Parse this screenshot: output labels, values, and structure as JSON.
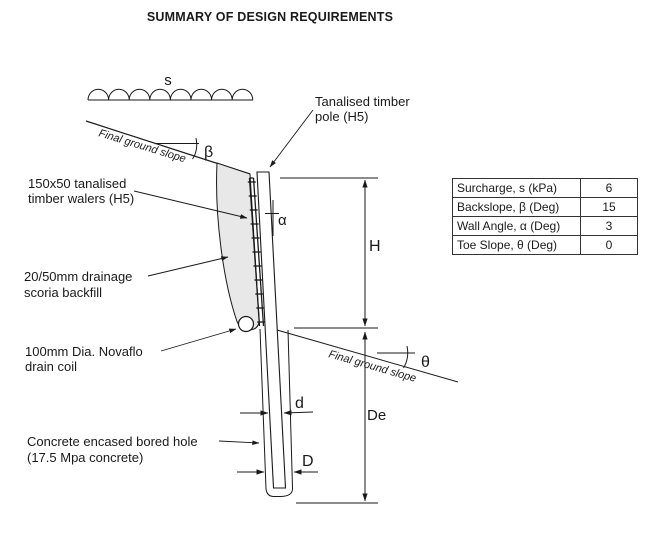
{
  "title": "SUMMARY OF DESIGN REQUIREMENTS",
  "diagram": {
    "surcharge_label": "s",
    "upper_slope_label": "Final ground slope",
    "upper_slope_angle": "β",
    "wall_angle": "α",
    "height_dim": "H",
    "embedment_dim": "De",
    "pole_width_dim": "d",
    "bore_width_dim": "D",
    "toe_slope_label": "Final ground slope",
    "toe_slope_angle": "θ",
    "callouts": {
      "pole": [
        "Tanalised timber",
        "pole (H5)"
      ],
      "walers": [
        "150x50 tanalised",
        "timber walers (H5)"
      ],
      "scoria": [
        "20/50mm drainage",
        "scoria backfill"
      ],
      "drain": [
        "100mm Dia. Novaflo",
        "drain coil"
      ],
      "bore": [
        "Concrete encased bored hole",
        "(17.5 Mpa concrete)"
      ]
    }
  },
  "table": {
    "rows": [
      {
        "param": "Surcharge, s (kPa)",
        "value": "6"
      },
      {
        "param": "Backslope, β (Deg)",
        "value": "15"
      },
      {
        "param": "Wall Angle, α (Deg)",
        "value": "3"
      },
      {
        "param": "Toe Slope, θ (Deg)",
        "value": "0"
      }
    ]
  },
  "colors": {
    "line": "#1a1a1a",
    "backfill": "#e8e8e8",
    "background": "#ffffff"
  }
}
